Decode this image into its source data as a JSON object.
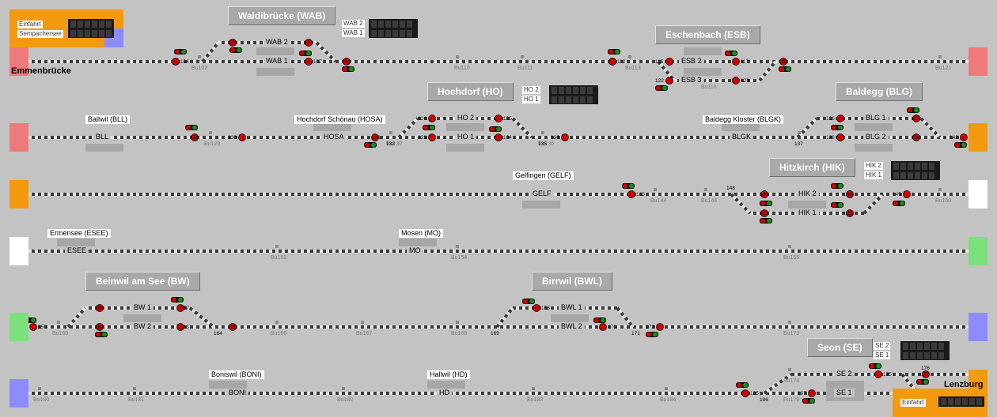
{
  "colors": {
    "background": "#c3c3c3",
    "rail_dark": "#3a3a3a",
    "rail_light": "#e6e6e6",
    "signal_red": "#d40000",
    "signal_green": "#1a8c1a",
    "edge_orange": "#f49a10",
    "edge_red": "#f07a7a",
    "edge_green": "#7ce07c",
    "edge_blue": "#8c8cff",
    "edge_white": "#ffffff"
  },
  "legend_top": {
    "entry": "Einfahrt",
    "exit": "Sempachersee"
  },
  "legend_bottom": {
    "entry": "Einfahrt"
  },
  "places": {
    "emmenbruecke": "Emmenbrücke",
    "lenzburg": "Lenzburg"
  },
  "stations": {
    "wab": {
      "title": "Waldibrücke (WAB)",
      "track_upper": "WAB 2",
      "track_lower": "WAB 1",
      "panel_rows": [
        "WAB 2",
        "WAB 1"
      ]
    },
    "esb": {
      "title": "Eschenbach (ESB)",
      "track_upper": "ESB 2",
      "track_lower": "ESB 3"
    },
    "ho": {
      "title": "Hochdorf (HO)",
      "track_upper": "HO 2",
      "track_lower": "HO 1",
      "panel_rows": [
        "HO 2",
        "HO 1"
      ]
    },
    "blg": {
      "title": "Baldegg (BLG)",
      "track_upper": "BLG 1",
      "track_lower": "BLG 2"
    },
    "hik": {
      "title": "Hitzkirch (HIK)",
      "track_upper": "HIK 2",
      "track_lower": "HIK 1",
      "panel_rows": [
        "HIK 2",
        "HIK 1"
      ]
    },
    "bw": {
      "title": "Beinwil am See (BW)",
      "track_upper": "BW 1",
      "track_lower": "BW 2"
    },
    "bwl": {
      "title": "Birrwil (BWL)",
      "track_upper": "BWL 1",
      "track_lower": "BWL 2"
    },
    "se": {
      "title": "Seon (SE)",
      "track_upper": "SE 2",
      "track_lower": "SE 1",
      "panel_rows": [
        "SE 2",
        "SE 1"
      ]
    }
  },
  "halts": {
    "bll": {
      "name": "Ballwil (BLL)",
      "track": "BLL"
    },
    "hosa": {
      "name": "Hochdorf Schönau (HOSA)",
      "track": "HOSA"
    },
    "blgk": {
      "name": "Baldegg Kloster (BLGK)",
      "track": "BLGK"
    },
    "gelf": {
      "name": "Gelfingen (GELF)",
      "track": "GELF"
    },
    "esee": {
      "name": "Ermensee (ESEE)",
      "track": "ESEE"
    },
    "mo": {
      "name": "Mosen (MO)",
      "track": "MO"
    },
    "boni": {
      "name": "Boniswil (BONI)",
      "track": "BONI"
    },
    "hd": {
      "name": "Hallwil (HD)",
      "track": "HD"
    }
  },
  "blocks": {
    "r1": [
      "Bu102",
      "Bu110",
      "Bu111",
      "Bu113",
      "Bu116",
      "Bu121"
    ],
    "r2": [
      "Bu129",
      "Bu130",
      "Bu136"
    ],
    "r3": [
      "Bu144",
      "Bu144",
      "Bu150"
    ],
    "r4": [
      "Bu153",
      "Bu154",
      "Bu155"
    ],
    "r5": [
      "Bu160",
      "Bu166",
      "Bu167",
      "Bu168",
      "Bu173"
    ],
    "r6": [
      "Bu180",
      "Bu181",
      "Bu182",
      "Bu183",
      "Bu184",
      "Bu174",
      "Bu179"
    ]
  },
  "signal_numbers": {
    "r1": [
      "104",
      "101",
      "107",
      "103",
      "109",
      "112",
      "115",
      "117",
      "120",
      "122",
      "123"
    ],
    "r2": [
      "128",
      "130",
      "131",
      "132",
      "124",
      "125",
      "133",
      "134",
      "135",
      "136",
      "137",
      "126",
      "127",
      "138",
      "139",
      "142"
    ],
    "r3": [
      "143",
      "146",
      "147",
      "148",
      "149",
      "151",
      "152"
    ],
    "r5": [
      "159",
      "156",
      "157",
      "162",
      "163",
      "164",
      "165",
      "158",
      "170",
      "171",
      "172",
      "169"
    ],
    "r6": [
      "175",
      "176",
      "177",
      "185",
      "186",
      "187"
    ]
  }
}
